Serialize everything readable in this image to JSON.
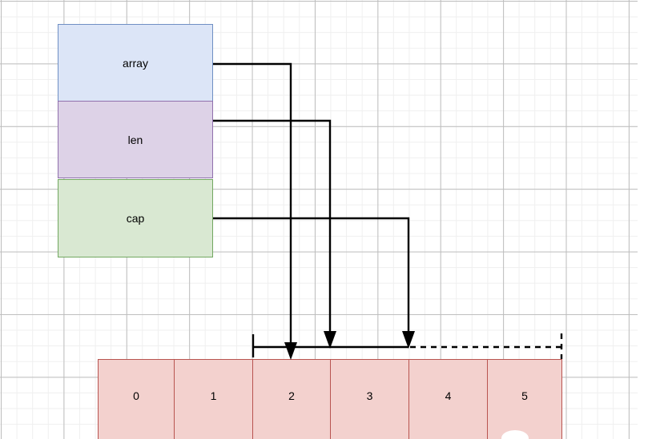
{
  "diagram": {
    "title": "go-slice-header-diagram",
    "background": {
      "grid_minor_color": "#efefef",
      "grid_major_color": "#bdbdbd",
      "page_color": "#ffffff"
    },
    "struct_fields": [
      {
        "label": "array",
        "fill": "#dce5f7",
        "stroke": "#6f8fc4"
      },
      {
        "label": "len",
        "fill": "#ddd2e7",
        "stroke": "#9070ad"
      },
      {
        "label": "cap",
        "fill": "#d9e8d2",
        "stroke": "#72a860"
      }
    ],
    "array": {
      "fill": "#f3d1ce",
      "stroke": "#b85450",
      "cells": [
        "0",
        "1",
        "2",
        "3",
        "4",
        "5"
      ]
    },
    "connectors": [
      {
        "from": "array",
        "to_index": "2",
        "style": "solid"
      },
      {
        "from": "len",
        "to_index": "3",
        "style": "solid"
      },
      {
        "from": "cap",
        "to_index": "4",
        "style": "solid"
      }
    ],
    "span": {
      "style": "solid-then-dashed",
      "stroke": "#000000"
    }
  }
}
